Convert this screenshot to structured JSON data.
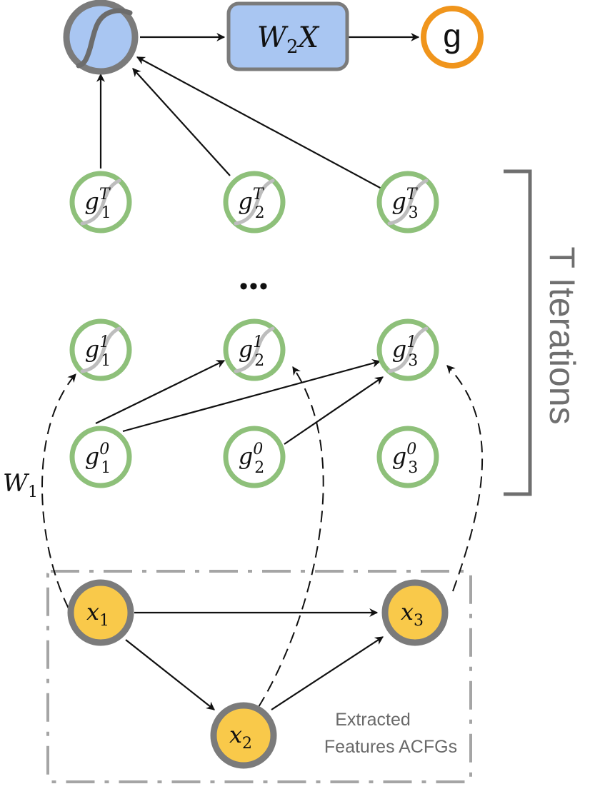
{
  "colors": {
    "sigmoid_fill": "#a9c6f2",
    "gray_stroke": "#7b7b7b",
    "embedding_stroke": "#8ec07a",
    "output_stroke": "#f0951c",
    "feature_fill": "#f9c94a",
    "arrow": "#111111",
    "bracket": "#6f6f6f",
    "dashed_box": "#a5a5a5"
  },
  "top_row": {
    "sigmoid_icon": "sigmoid-icon",
    "w2x": {
      "base": "W",
      "sub": "2",
      "tail": "X"
    },
    "output_label": "g"
  },
  "layer_T": [
    {
      "base": "g",
      "sub": "1",
      "sup": "T"
    },
    {
      "base": "g",
      "sub": "2",
      "sup": "T"
    },
    {
      "base": "g",
      "sub": "3",
      "sup": "T"
    }
  ],
  "ellipsis": "•••",
  "layer_1": [
    {
      "base": "g",
      "sub": "1",
      "sup": "1"
    },
    {
      "base": "g",
      "sub": "2",
      "sup": "1"
    },
    {
      "base": "g",
      "sub": "3",
      "sup": "1"
    }
  ],
  "layer_0": [
    {
      "base": "g",
      "sub": "1",
      "sup": "0"
    },
    {
      "base": "g",
      "sub": "2",
      "sup": "0"
    },
    {
      "base": "g",
      "sub": "3",
      "sup": "0"
    }
  ],
  "features": [
    {
      "base": "x",
      "sub": "1"
    },
    {
      "base": "x",
      "sub": "2"
    },
    {
      "base": "x",
      "sub": "3"
    }
  ],
  "w1_label": {
    "base": "W",
    "sub": "1"
  },
  "iterations_label": "T Iterations",
  "features_label_line1": "Extracted",
  "features_label_line2": "Features ACFGs"
}
